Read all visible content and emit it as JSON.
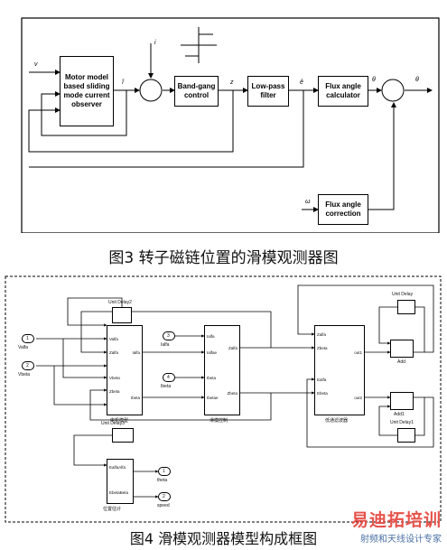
{
  "fig3": {
    "caption": "图3 转子磁链位置的滑模观测器图",
    "blocks": {
      "motor_model": "Motor model based sliding mode current observer",
      "band_gang": "Band-gang control",
      "low_pass": "Low-pass filter",
      "flux_calc": "Flux angle calculator",
      "flux_corr": "Flux angle correction"
    },
    "signals": {
      "v_in": "v",
      "i_hat": "î",
      "i_s": "i",
      "z": "z",
      "e_hat": "ê",
      "theta_m": "θ",
      "theta_out": "θ",
      "omega": "ω"
    }
  },
  "fig4": {
    "caption": "图4 滑模观测器模型构成框图",
    "inputs": [
      "Valfa",
      "Vbeta"
    ],
    "in_ports": [
      "1",
      "2"
    ],
    "blocks": {
      "delay_top": "Unit Delay2",
      "delay_right": "Unit Delay",
      "delay_mid": "Unit Delay3",
      "delay_right2": "Unit Delay1",
      "current_model": "电机模型",
      "sliding_ctrl": "滑模控制",
      "filter": "低通滤波器",
      "angle_calc": "位置估计",
      "add": "Add",
      "add1": "Add1"
    },
    "current_model_ports_in": [
      "Valfa",
      "Zalfa",
      "Vbeta",
      "Zbeta"
    ],
    "current_model_ports_out": [
      "Ialfa",
      "Ibeta"
    ],
    "aux_inputs": [
      "Ialfa",
      "Ibeta"
    ],
    "aux_ports": [
      "3",
      "4"
    ],
    "sliding_ports_in": [
      "Ialfa",
      "Ialfae",
      "Ibeta",
      "Ibetae"
    ],
    "sliding_ports_out": [
      "Zalfa",
      "Zbeta"
    ],
    "filter_ports_in": [
      "Zalfa",
      "Zbeta",
      "Ealfa",
      "Ebeta"
    ],
    "filter_ports_out": [
      "out1",
      "out2"
    ],
    "outputs": [
      "theta",
      "speed"
    ],
    "out_ports": [
      "1",
      "2"
    ],
    "angle_ports": [
      "EalfaAlfa",
      "EbetaBeta"
    ]
  },
  "watermark": {
    "brand": "易迪拓培训",
    "slogan": "射频和天线设计专家"
  }
}
